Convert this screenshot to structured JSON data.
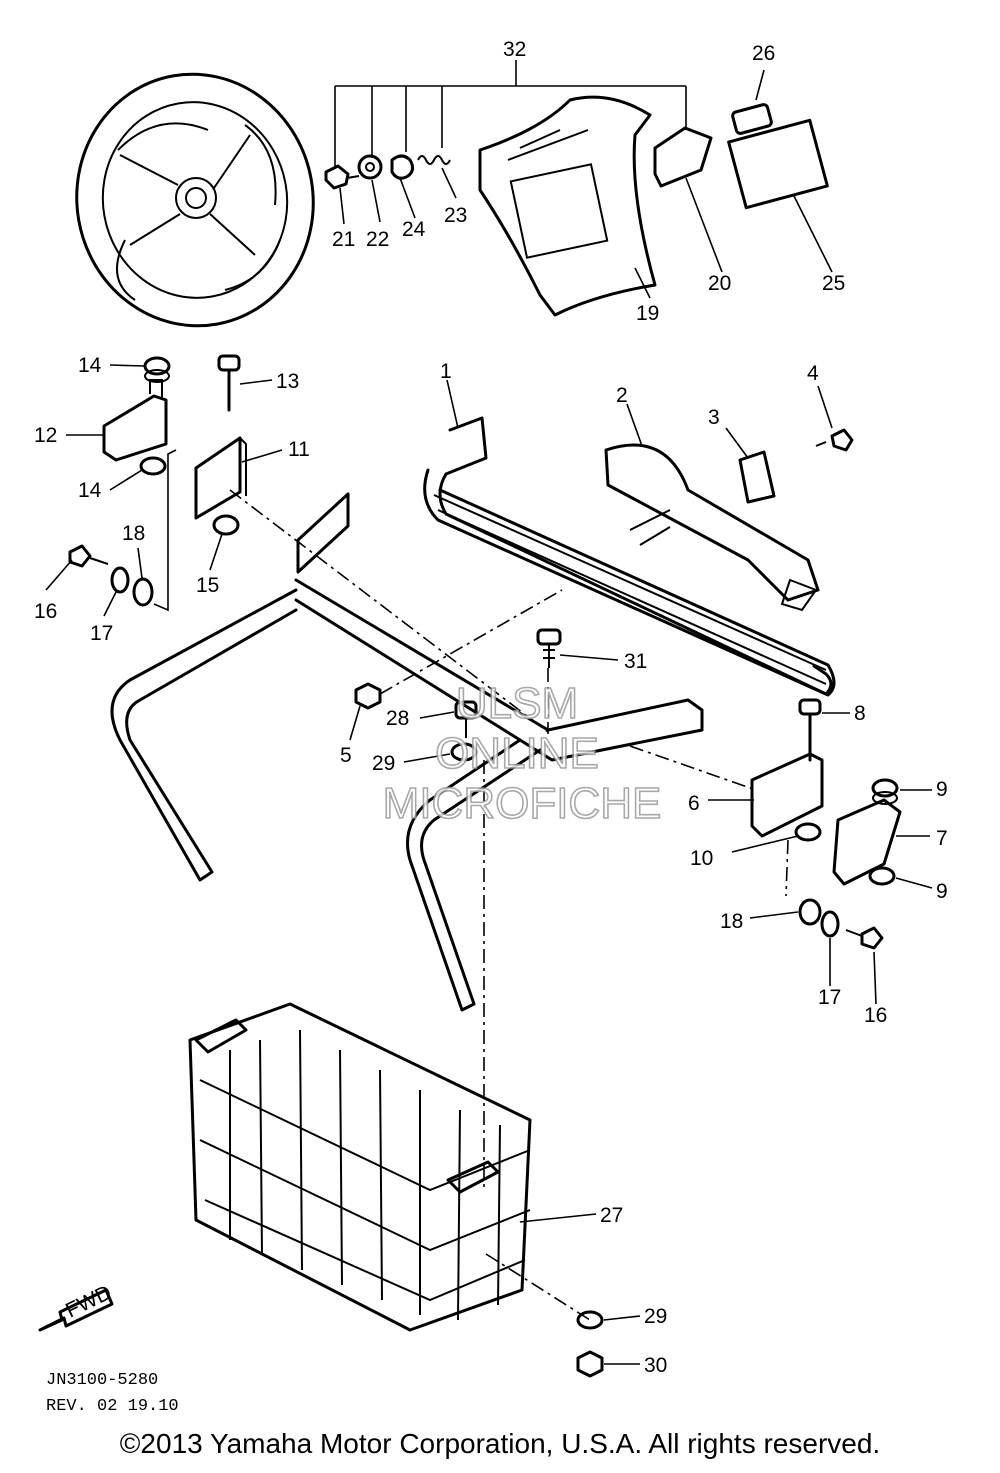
{
  "callouts": {
    "c1": "1",
    "c2": "2",
    "c3": "3",
    "c4": "4",
    "c5": "5",
    "c6": "6",
    "c7": "7",
    "c8": "8",
    "c9a": "9",
    "c9b": "9",
    "c10": "10",
    "c11": "11",
    "c12": "12",
    "c13": "13",
    "c14a": "14",
    "c14b": "14",
    "c15": "15",
    "c16a": "16",
    "c16b": "16",
    "c17a": "17",
    "c17b": "17",
    "c18a": "18",
    "c18b": "18",
    "c19": "19",
    "c20": "20",
    "c21": "21",
    "c22": "22",
    "c23": "23",
    "c24": "24",
    "c25": "25",
    "c26": "26",
    "c27": "27",
    "c28": "28",
    "c29a": "29",
    "c29b": "29",
    "c30": "30",
    "c31": "31",
    "c32": "32"
  },
  "fwd_label": "FWD",
  "drawing_code": "JN3100-5280",
  "revision": "REV. 02 19.10",
  "watermark": [
    "ULSM",
    "ONLINE",
    "MICROFICHE"
  ],
  "copyright": "©2013 Yamaha Motor Corporation, U.S.A. All rights reserved."
}
